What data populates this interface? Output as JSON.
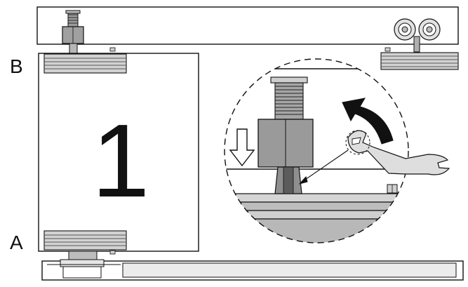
{
  "labels": {
    "door_number": "1",
    "top_point": "B",
    "bottom_point": "A"
  },
  "colors": {
    "line": "#111111",
    "panel_fill": "#ffffff",
    "rail_fill": "#e9e9e9",
    "metal_light": "#d4d4d4",
    "metal_mid": "#a9a9a9",
    "metal_dark": "#6f6f6f",
    "floor_shade": "#c8c8c8"
  },
  "icons": {
    "arrow_down": "hollow-down-arrow-icon",
    "arrow_turn": "curved-turn-arrow-icon",
    "wrench": "open-end-wrench-icon"
  }
}
